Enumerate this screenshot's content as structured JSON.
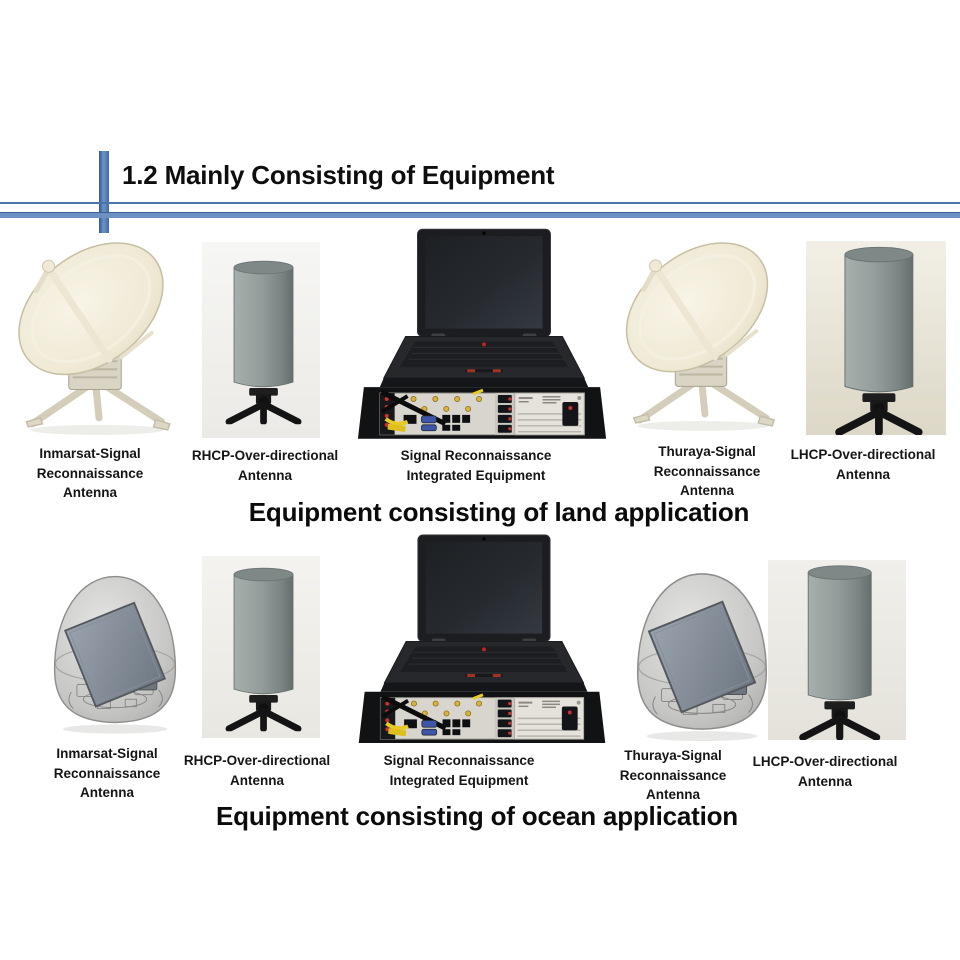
{
  "header": {
    "title": "1.2 Mainly Consisting of Equipment"
  },
  "colors": {
    "accent_bar": "#3f6aa6",
    "rule_thin": "#4a74ae",
    "rule_thick": "#6c91c2",
    "title_text": "#0e0e0e"
  },
  "sections": [
    {
      "id": "land",
      "caption": "Equipment consisting of land application",
      "items": [
        {
          "image": "parabolic-dish-antenna",
          "label": "Inmarsat-Signal\nReconnaissance\nAntenna"
        },
        {
          "image": "cylindrical-omni-antenna",
          "label": "RHCP-Over-directional\nAntenna"
        },
        {
          "image": "laptop-on-rack-equipment",
          "label": "Signal Reconnaissance\nIntegrated Equipment"
        },
        {
          "image": "parabolic-dish-antenna",
          "label": "Thuraya-Signal\nReconnaissance\nAntenna"
        },
        {
          "image": "cylindrical-omni-antenna",
          "label": "LHCP-Over-directional\nAntenna"
        }
      ]
    },
    {
      "id": "ocean",
      "caption": "Equipment consisting of ocean application",
      "items": [
        {
          "image": "dome-radome-antenna",
          "label": "Inmarsat-Signal\nReconnaissance\nAntenna"
        },
        {
          "image": "cylindrical-omni-antenna",
          "label": "RHCP-Over-directional\nAntenna"
        },
        {
          "image": "laptop-on-rack-equipment",
          "label": "Signal Reconnaissance\nIntegrated Equipment"
        },
        {
          "image": "dome-radome-antenna",
          "label": "Thuraya-Signal\nReconnaissance\nAntenna"
        },
        {
          "image": "cylindrical-omni-antenna",
          "label": "LHCP-Over-directional\nAntenna"
        }
      ]
    }
  ]
}
